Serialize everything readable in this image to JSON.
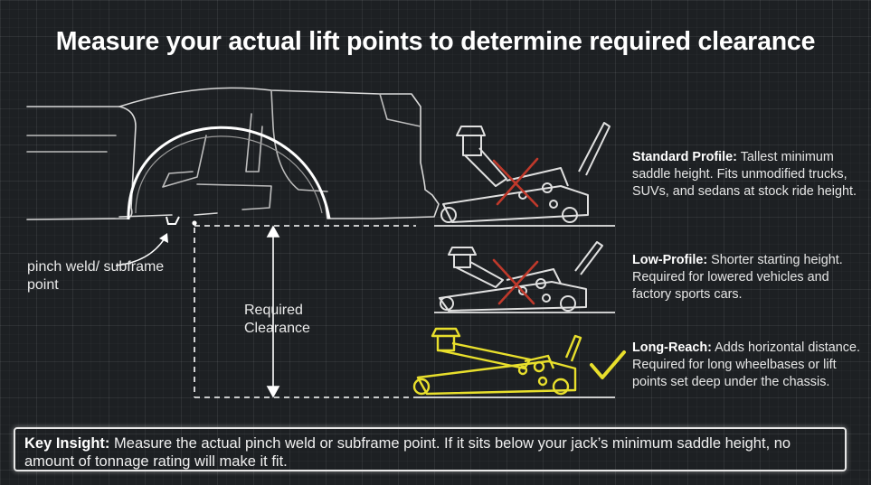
{
  "title": "Measure your actual lift points to determine required clearance",
  "labels": {
    "pinch_weld": "pinch weld/ subframe point",
    "required_clearance": "Required Clearance"
  },
  "profiles": [
    {
      "name": "Standard Profile:",
      "description": "Tallest minimum saddle height. Fits unmodified trucks, SUVs, and sedans at stock ride height.",
      "status": "rejected",
      "status_icon": "red-x-icon"
    },
    {
      "name": "Low-Profile:",
      "description": "Shorter starting height. Required for lowered vehicles and factory sports cars.",
      "status": "rejected",
      "status_icon": "red-x-icon"
    },
    {
      "name": "Long-Reach:",
      "description": "Adds horizontal distance. Required for long wheelbases or lift points set deep under the chassis.",
      "status": "fits",
      "status_icon": "yellow-check-icon"
    }
  ],
  "insight": {
    "heading": "Key Insight:",
    "text": "Measure the actual pinch weld or subframe point. If it sits below your jack’s minimum saddle height, no amount of tonnage rating will make it fit."
  },
  "colors": {
    "background": "#1d2023",
    "line": "#e6e6e6",
    "highlight": "#e8df2c",
    "reject": "#c0392b"
  }
}
